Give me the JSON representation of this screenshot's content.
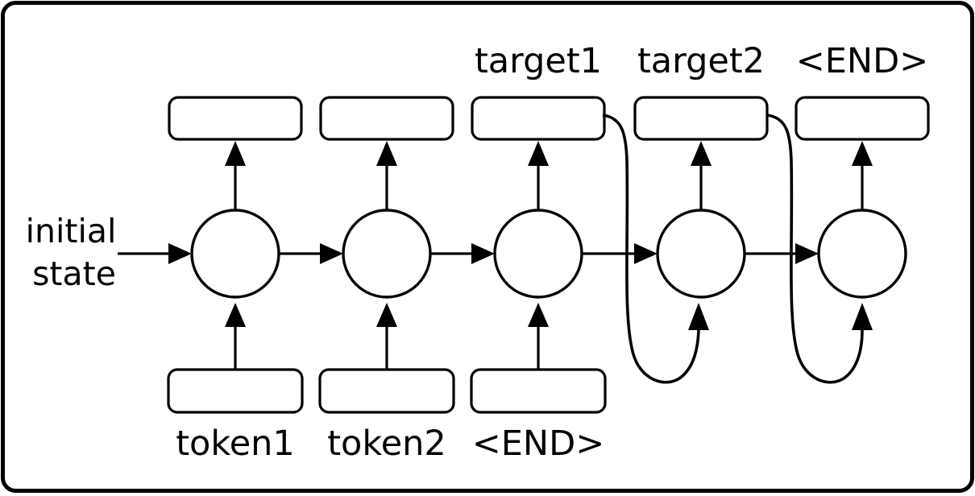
{
  "diagram": {
    "initial_state": {
      "line1": "initial",
      "line2": "state"
    },
    "encoder_inputs": [
      "token1",
      "token2",
      "<END>"
    ],
    "decoder_outputs": [
      "target1",
      "target2",
      "<END>"
    ],
    "colors": {
      "ink": "#000000",
      "background": "#ffffff"
    }
  }
}
